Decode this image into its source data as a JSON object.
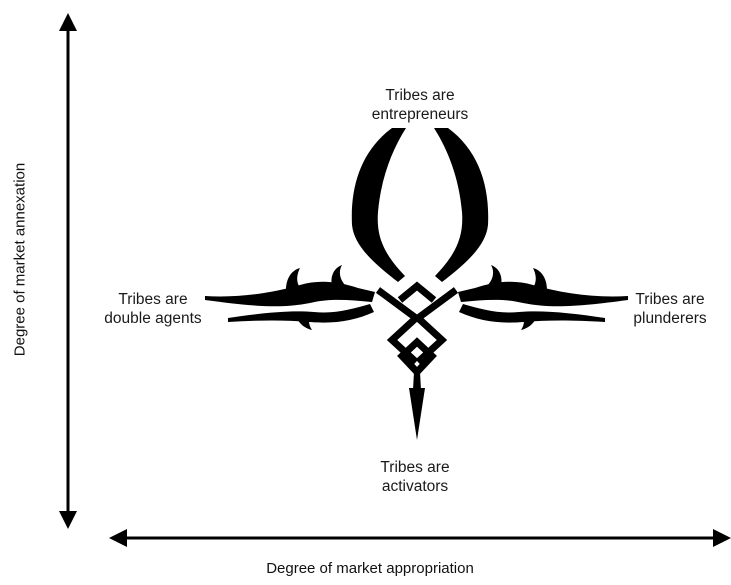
{
  "axes": {
    "y_label": "Degree of market annexation",
    "x_label": "Degree of market appropriation"
  },
  "labels": {
    "top": [
      "Tribes are",
      "entrepreneurs"
    ],
    "left": [
      "Tribes are",
      "double agents"
    ],
    "right": [
      "Tribes are",
      "plunderers"
    ],
    "bottom": [
      "Tribes are",
      "activators"
    ]
  },
  "colors": {
    "ink": "#000000",
    "text": "#1a1a1a",
    "background": "#ffffff"
  }
}
